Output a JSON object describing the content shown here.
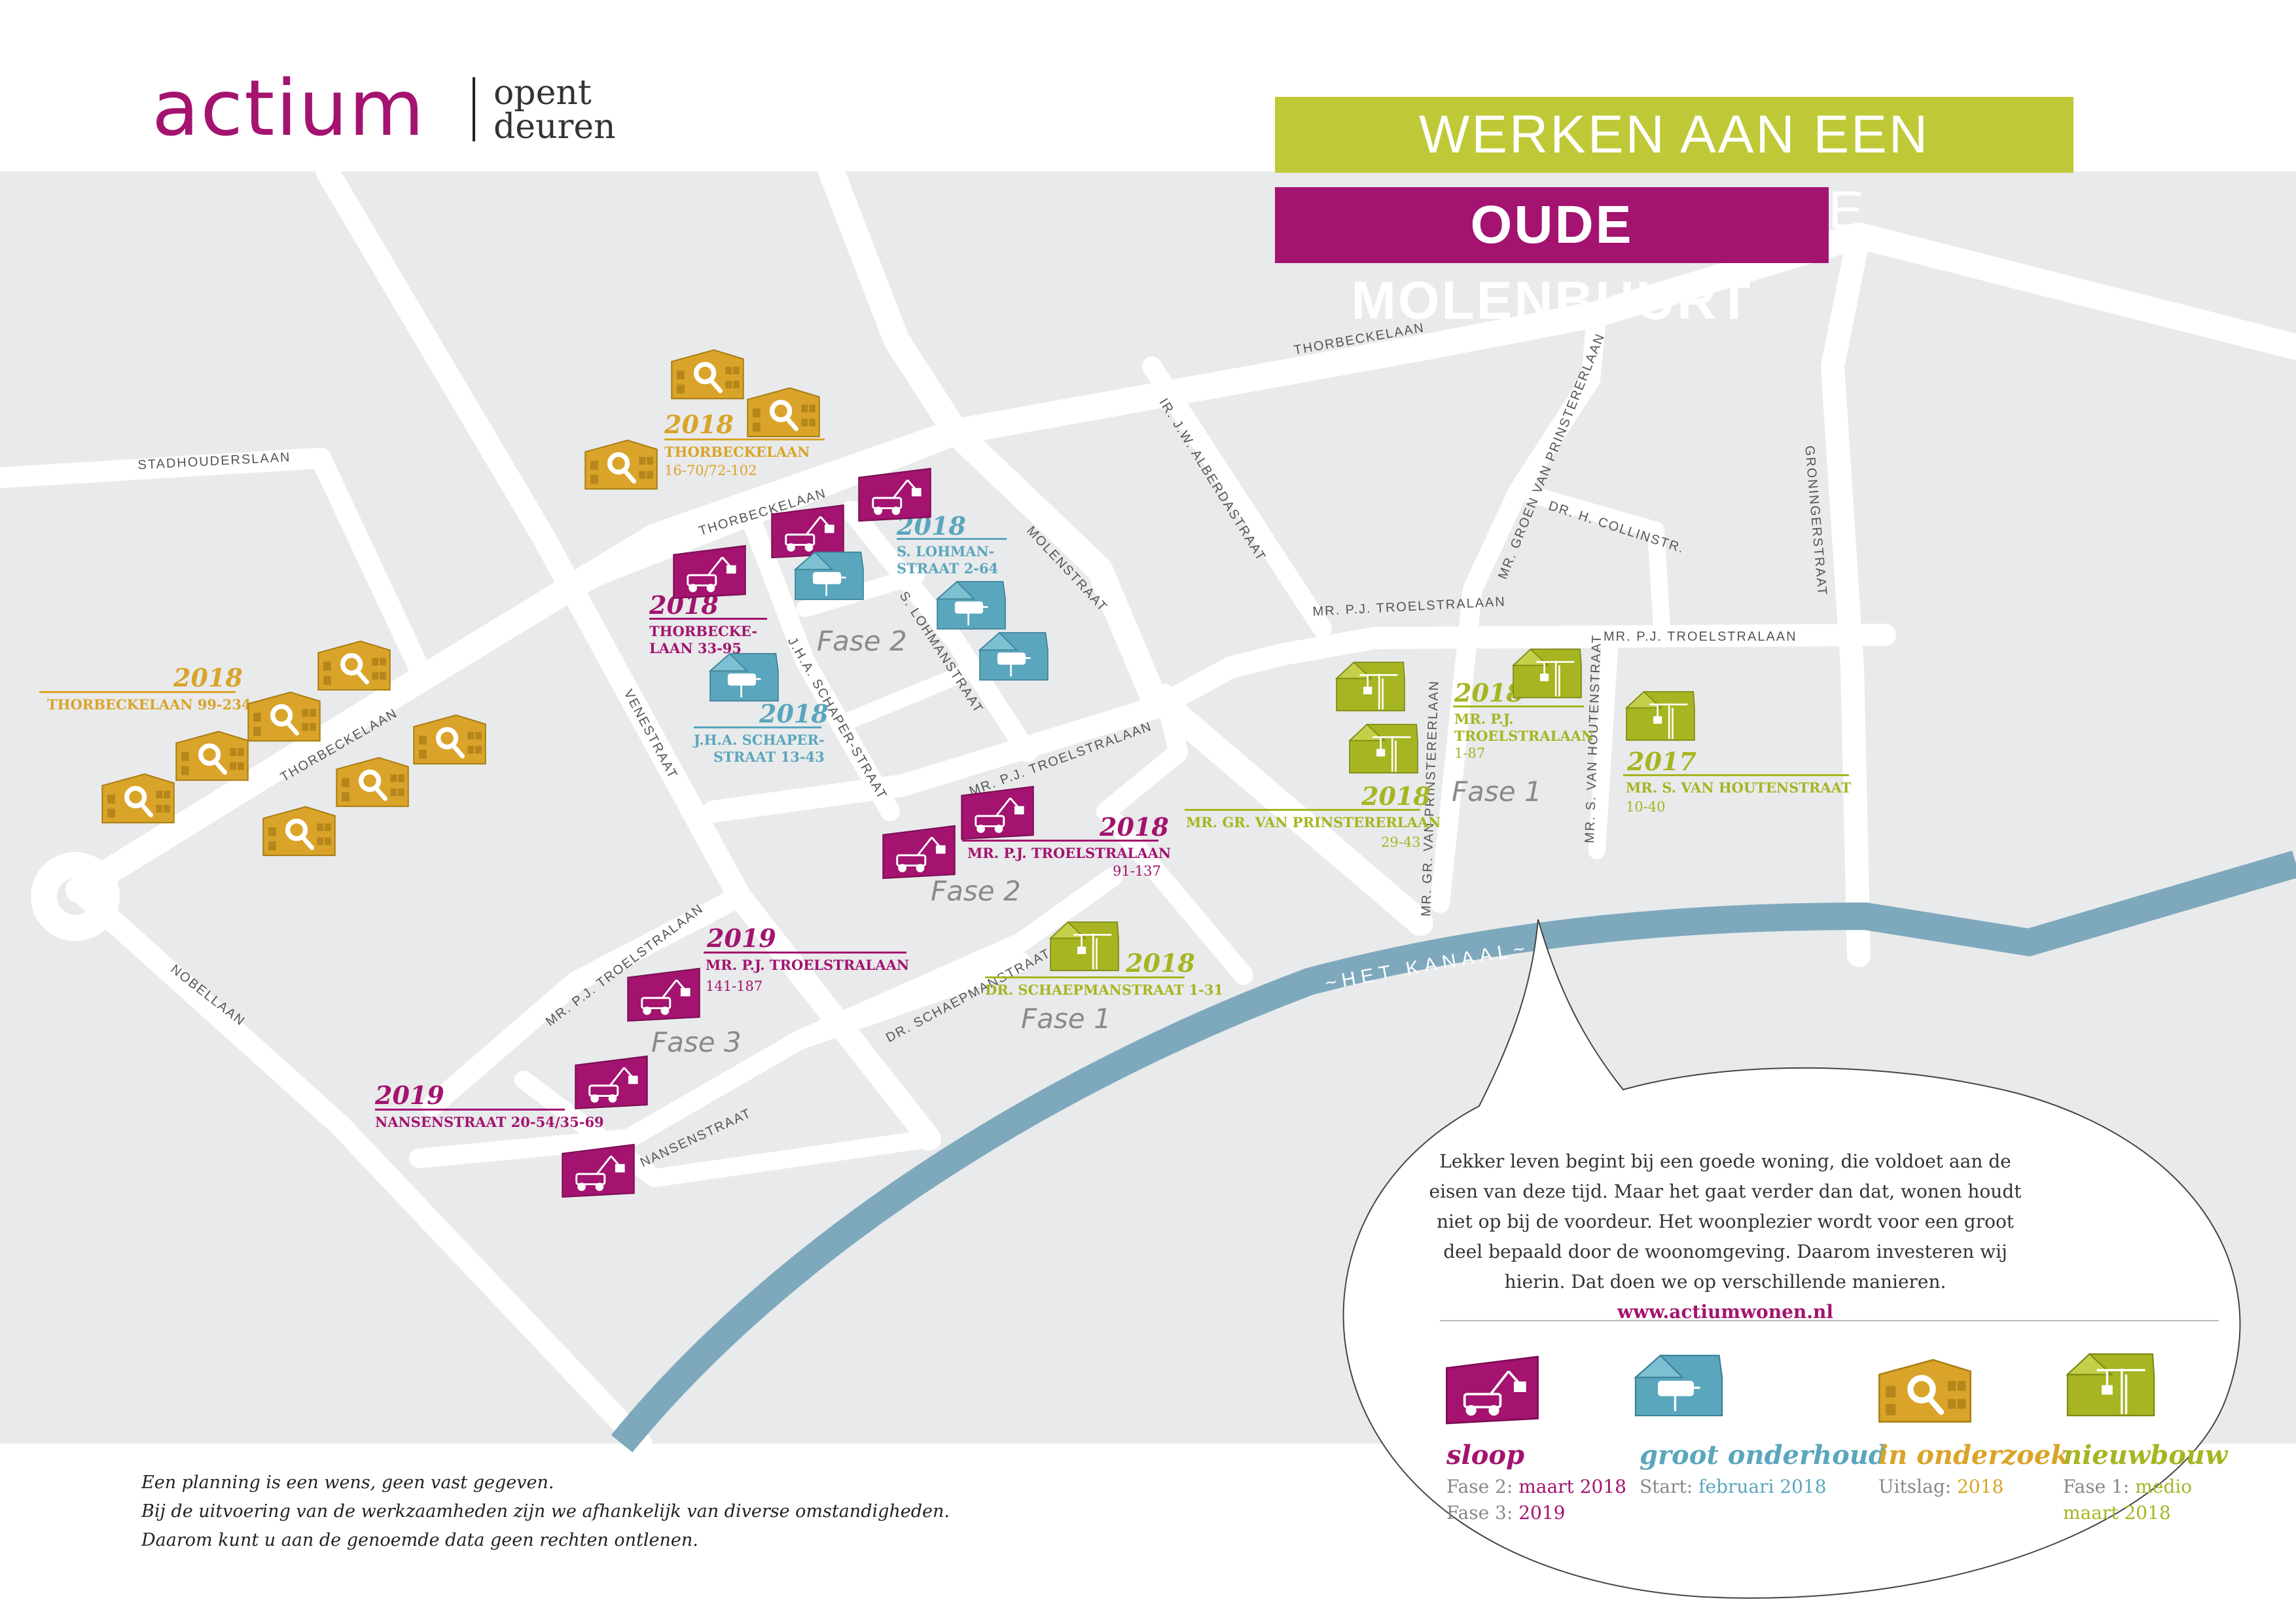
{
  "brand": {
    "logo": "actium",
    "tagline_line1": "opent",
    "tagline_line2": "deuren"
  },
  "titles": {
    "line1": "WERKEN AAN EEN VERNIEUWDE",
    "line2": "OUDE MOLENBUURT"
  },
  "colors": {
    "sloop": "#a3136f",
    "groot_onderhoud": "#5aa6bd",
    "in_onderzoek": "#d9a429",
    "nieuwbouw": "#a6b521",
    "canal": "#7ea9bd",
    "map_background": "#e9eaeb",
    "road": "#ffffff"
  },
  "streets": {
    "stadhouderslaan": "STADHOUDERSLAAN",
    "thorbeckelaan_a": "THORBECKELAAN",
    "thorbeckelaan_b": "THORBECKELAAN",
    "thorbeckelaan_c": "THORBECKELAAN",
    "venestraat": "VENESTRAAT",
    "jha_schaperstraat": "J.H.A. SCHAPER-STRAAT",
    "s_lohmanstraat": "S. LOHMANSTRAAT",
    "molenstraat": "MOLENSTRAAT",
    "alberdastraat": "IR. J.W. ALBERDASTRAAT",
    "groen_van_prinstererlaan_a": "MR. GROEN VAN PRINSTERERLAAN",
    "dr_h_collinstr": "DR. H. COLLINSTR.",
    "groningerstraat": "GRONINGERSTRAAT",
    "troelstralaan_a": "MR. P.J. TROELSTRALAAN",
    "troelstralaan_b": "MR. P.J. TROELSTRALAAN",
    "troelstralaan_c": "MR. P.J. TROELSTRALAAN",
    "troelstralaan_d": "MR. P.J. TROELSTRALAAN",
    "gr_van_prinstererlaan": "MR. GR. VAN PRINSTERERLAAN",
    "s_van_houtenstraat": "MR. S. VAN HOUTENSTRAAT",
    "schaepmanstraat": "DR. SCHAEPMANSTRAAT",
    "nansenstraat": "NANSENSTRAAT",
    "nobellaan": "NOBELLAAN",
    "het_kanaal": "~HET KANAAL~"
  },
  "projects": [
    {
      "id": "p1",
      "year": "2018",
      "address": "THORBECKELAAN",
      "detail": "16-70/72-102",
      "type": "in_onderzoek"
    },
    {
      "id": "p2",
      "year": "2018",
      "address": "THORBECKELAAN 99-234",
      "detail": "",
      "type": "in_onderzoek"
    },
    {
      "id": "p3",
      "year": "2018",
      "address": "THORBECKE-",
      "address2": "LAAN 33-95",
      "type": "sloop"
    },
    {
      "id": "p4",
      "year": "2018",
      "address": "S. LOHMAN-",
      "address2": "STRAAT 2-64",
      "type": "groot_onderhoud"
    },
    {
      "id": "p5",
      "year": "2018",
      "address": "J.H.A. SCHAPER-",
      "address2": "STRAAT 13-43",
      "type": "groot_onderhoud"
    },
    {
      "id": "p6",
      "year": "2018",
      "address": "MR. P.J. TROELSTRALAAN",
      "detail": "91-137",
      "type": "sloop"
    },
    {
      "id": "p7",
      "year": "2019",
      "address": "MR. P.J. TROELSTRALAAN",
      "detail": "141-187",
      "type": "sloop"
    },
    {
      "id": "p8",
      "year": "2019",
      "address": "NANSENSTRAAT 20-54/35-69",
      "detail": "",
      "type": "sloop"
    },
    {
      "id": "p9",
      "year": "2018",
      "address": "DR. SCHAEPMANSTRAAT 1-31",
      "detail": "",
      "type": "nieuwbouw"
    },
    {
      "id": "p10",
      "year": "2018",
      "address": "MR. GR. VAN PRINSTERERLAAN",
      "detail": "29-43",
      "type": "nieuwbouw"
    },
    {
      "id": "p11",
      "year": "2018",
      "address": "MR. P.J.",
      "address2": "TROELSTRALAAN",
      "detail": "1-87",
      "type": "nieuwbouw"
    },
    {
      "id": "p12",
      "year": "2017",
      "address": "MR. S. VAN HOUTENSTRAAT",
      "detail": "10-40",
      "type": "nieuwbouw"
    }
  ],
  "phases": {
    "fase2_a": "Fase 2",
    "fase2_b": "Fase 2",
    "fase1_a": "Fase 1",
    "fase1_b": "Fase 1",
    "fase3": "Fase 3"
  },
  "info": {
    "text": "Lekker leven begint bij een goede woning, die voldoet aan de eisen van deze tijd. Maar het gaat verder dan dat, wonen houdt niet op bij de voordeur. Het woonplezier wordt voor een groot deel bepaald door de woonomgeving. Daarom investeren wij hierin. Dat doen we op verschillende manieren.",
    "url": "www.actiumwonen.nl"
  },
  "legend": [
    {
      "id": "sloop",
      "title": "sloop",
      "line1_label": "Fase 2:",
      "line1_value": "maart 2018",
      "line2_label": "Fase 3:",
      "line2_value": "2019",
      "icon": "demolition-icon"
    },
    {
      "id": "groot_onderhoud",
      "title": "groot onderhoud",
      "line1_label": "Start:",
      "line1_value": "februari 2018",
      "line2_label": "",
      "line2_value": "",
      "icon": "renovation-house-icon"
    },
    {
      "id": "in_onderzoek",
      "title": "in onderzoek",
      "line1_label": "Uitslag:",
      "line1_value": "2018",
      "line2_label": "",
      "line2_value": "",
      "icon": "research-building-icon"
    },
    {
      "id": "nieuwbouw",
      "title": "nieuwbouw",
      "line1_label": "Fase 1:",
      "line1_value": "medio",
      "line2_label": "",
      "line2_value": "maart 2018",
      "icon": "construction-crane-icon"
    }
  ],
  "disclaimer": {
    "line1": "Een planning is een wens, geen vast gegeven.",
    "line2": "Bij de uitvoering van de werkzaamheden zijn we afhankelijk van diverse omstandigheden.",
    "line3": "Daarom kunt u aan de genoemde data geen rechten ontlenen."
  }
}
